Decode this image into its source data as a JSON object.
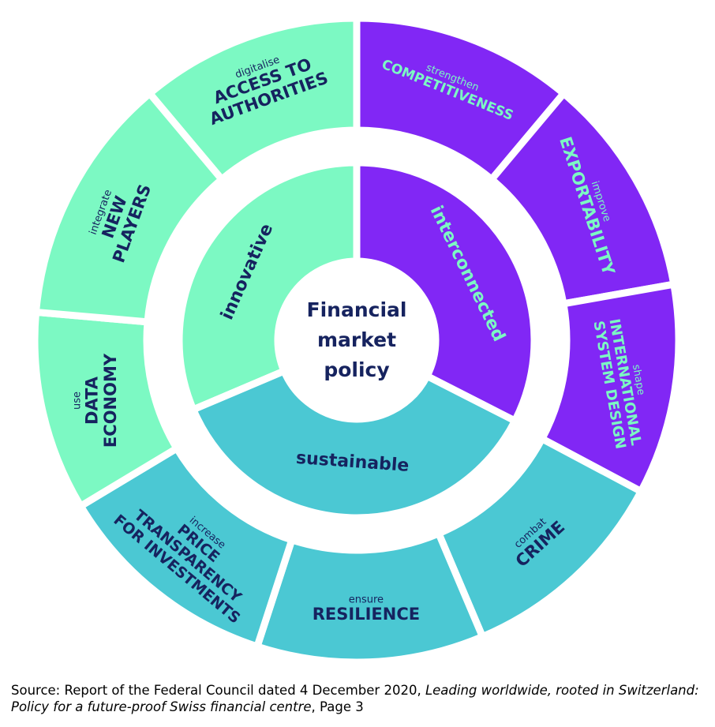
{
  "center": {
    "lines": [
      "Financial",
      "market",
      "policy"
    ]
  },
  "colors": {
    "green": "#7CF9C3",
    "purple": "#8127F5",
    "teal": "#4BC8D3",
    "dark_text": "#16235F",
    "light_text": "#7CF9C3",
    "gap": "#ffffff",
    "center_fill": "#ffffff"
  },
  "inner_ring": [
    {
      "id": "innovative",
      "label": "innovative",
      "color": "green",
      "text_color": "dark_text"
    },
    {
      "id": "interconnected",
      "label": "interconnected",
      "color": "purple",
      "text_color": "light_text"
    },
    {
      "id": "sustainable",
      "label": "sustainable",
      "color": "teal",
      "text_color": "dark_text"
    }
  ],
  "outer_ring": [
    {
      "id": "access-to-authorities",
      "verb": "digitalise",
      "lines": [
        "ACCESS TO",
        "AUTHORITIES"
      ],
      "color": "green",
      "text_color": "dark_text"
    },
    {
      "id": "competitiveness",
      "verb": "strengthen",
      "lines": [
        "COMPETITIVENESS"
      ],
      "color": "purple",
      "text_color": "light_text"
    },
    {
      "id": "exportability",
      "verb": "improve",
      "lines": [
        "EXPORTABILITY"
      ],
      "color": "purple",
      "text_color": "light_text"
    },
    {
      "id": "international-system-design",
      "verb": "shape",
      "lines": [
        "INTERNATIONAL",
        "SYSTEM DESIGN"
      ],
      "color": "purple",
      "text_color": "light_text"
    },
    {
      "id": "crime",
      "verb": "combat",
      "lines": [
        "CRIME"
      ],
      "color": "teal",
      "text_color": "dark_text"
    },
    {
      "id": "resilience",
      "verb": "ensure",
      "lines": [
        "RESILIENCE"
      ],
      "color": "teal",
      "text_color": "dark_text"
    },
    {
      "id": "price-transparency",
      "verb": "increase",
      "lines": [
        "PRICE",
        "TRANSPARENCY",
        "FOR INVESTMENTS"
      ],
      "color": "teal",
      "text_color": "dark_text"
    },
    {
      "id": "data-economy",
      "verb": "use",
      "lines": [
        "DATA",
        "ECONOMY"
      ],
      "color": "green",
      "text_color": "dark_text"
    },
    {
      "id": "new-players",
      "verb": "integrate",
      "lines": [
        "NEW",
        "PLAYERS"
      ],
      "color": "green",
      "text_color": "dark_text"
    }
  ],
  "caption": {
    "prefix": "Source: Report of the Federal Council dated 4 December 2020, ",
    "title": "Leading worldwide, rooted in Switzerland: Policy for a future-proof Swiss financial centre",
    "suffix": ", Page 3"
  }
}
